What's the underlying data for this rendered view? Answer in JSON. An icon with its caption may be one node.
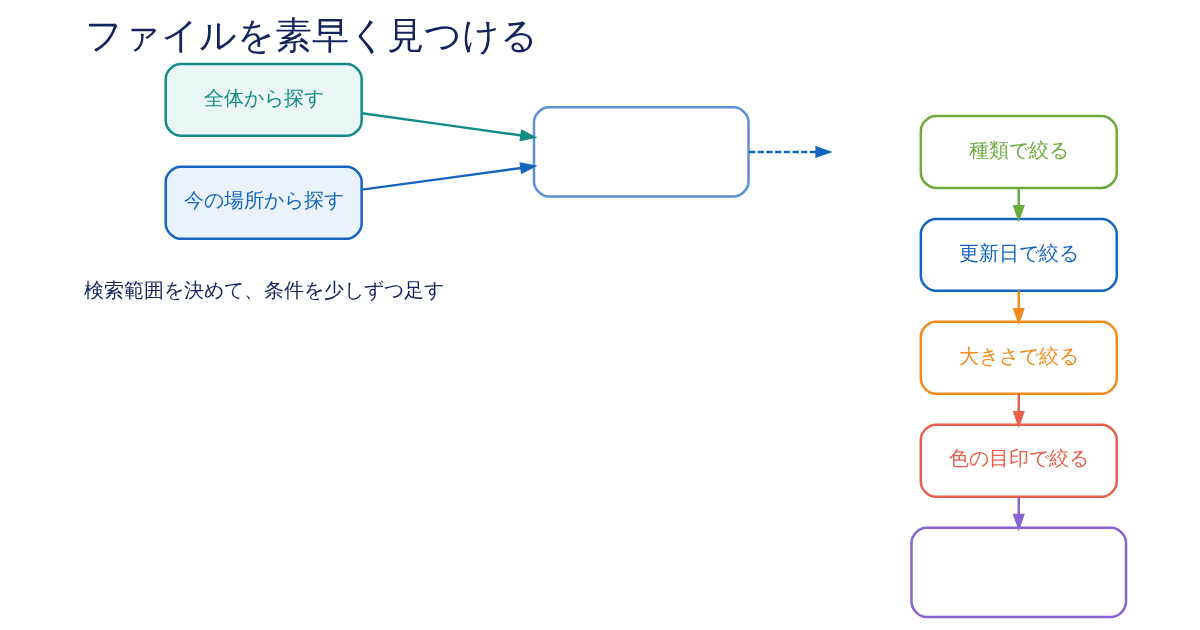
{
  "diagram": {
    "title": "ファイルを素早く見つける",
    "nodes": [
      {
        "text": [
          "全体から探す"
        ]
      },
      {
        "text": [
          "今の場所から探す"
        ]
      },
      {
        "text": [],
        "shape": "box"
      },
      {
        "text": [
          "種類で絞る"
        ]
      },
      {
        "text": [
          "更新日で絞る"
        ]
      },
      {
        "text": [
          "大きさで絞る"
        ]
      },
      {
        "text": [
          "色の目印で絞る"
        ]
      },
      {
        "text": [],
        "shape": "box"
      }
    ],
    "edges": [
      {
        "from": 0,
        "to": 2,
        "arrow": "to",
        "color": "#138a84"
      },
      {
        "from": 1,
        "to": 2,
        "arrow": "to",
        "color": "#1565c0"
      },
      {
        "from": 2,
        "to": null,
        "arrow": "to",
        "style": "dashed",
        "color": "#1565c0"
      },
      {
        "from": 3,
        "to": 4,
        "arrow": "to",
        "color": "#6aaa3a"
      },
      {
        "from": 4,
        "to": 5,
        "arrow": "to",
        "color": "#f08a1c"
      },
      {
        "from": 5,
        "to": 6,
        "arrow": "to",
        "color": "#e8604c"
      },
      {
        "from": 6,
        "to": 7,
        "arrow": "to",
        "color": "#8a63d2"
      }
    ],
    "labels": [
      "検索範囲を決めて、条件を少しずつ足す"
    ]
  }
}
